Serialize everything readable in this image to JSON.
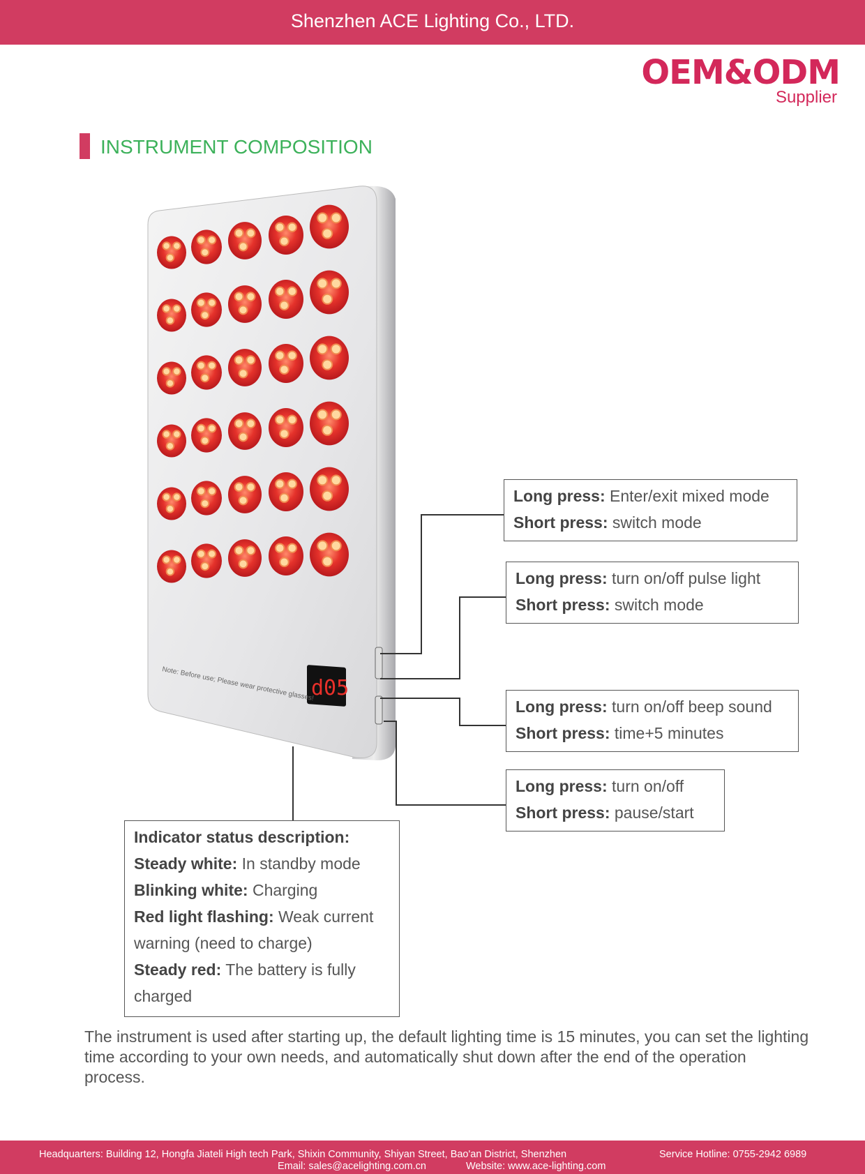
{
  "header": {
    "company": "Shenzhen ACE Lighting Co., LTD."
  },
  "brand": {
    "title": "OEM&ODM",
    "subtitle": "Supplier"
  },
  "section": {
    "title": "INSTRUMENT COMPOSITION"
  },
  "device": {
    "display": "d05",
    "note": "Note: Before use; Please wear protective glasses!",
    "led_rows": 6,
    "led_cols": 5
  },
  "callouts": [
    {
      "long_label": "Long press:",
      "long_text": "Enter/exit mixed mode",
      "short_label": "Short press:",
      "short_text": "switch mode"
    },
    {
      "long_label": "Long press:",
      "long_text": "turn on/off pulse light",
      "short_label": "Short press:",
      "short_text": "switch mode"
    },
    {
      "long_label": "Long press:",
      "long_text": "turn on/off beep sound",
      "short_label": "Short press:",
      "short_text": "time+5 minutes"
    },
    {
      "long_label": "Long press:",
      "long_text": "turn on/off",
      "short_label": "Short press:",
      "short_text": "pause/start"
    }
  ],
  "indicator": {
    "title": "Indicator status description:",
    "items": [
      {
        "label": "Steady white:",
        "text": "In standby mode"
      },
      {
        "label": "Blinking white:",
        "text": "Charging"
      },
      {
        "label": "Red light flashing:",
        "text": "Weak current warning (need to charge)"
      },
      {
        "label": "Steady red:",
        "text": "The battery is fully charged"
      }
    ]
  },
  "description": "The instrument is used after starting up, the default lighting time is 15 minutes, you can set the lighting time according to your own needs, and automatically shut down after the end of the operation process.",
  "footer": {
    "address": "Headquarters: Building 12, Hongfa Jiateli High tech Park, Shixin Community, Shiyan Street, Bao'an District, Shenzhen",
    "hotline": "Service Hotline: 0755-2942 6989",
    "email": "Email: sales@acelighting.com.cn",
    "website": "Website: www.ace-lighting.com"
  },
  "colors": {
    "brand": "#d13c61",
    "green": "#3cb15a"
  }
}
